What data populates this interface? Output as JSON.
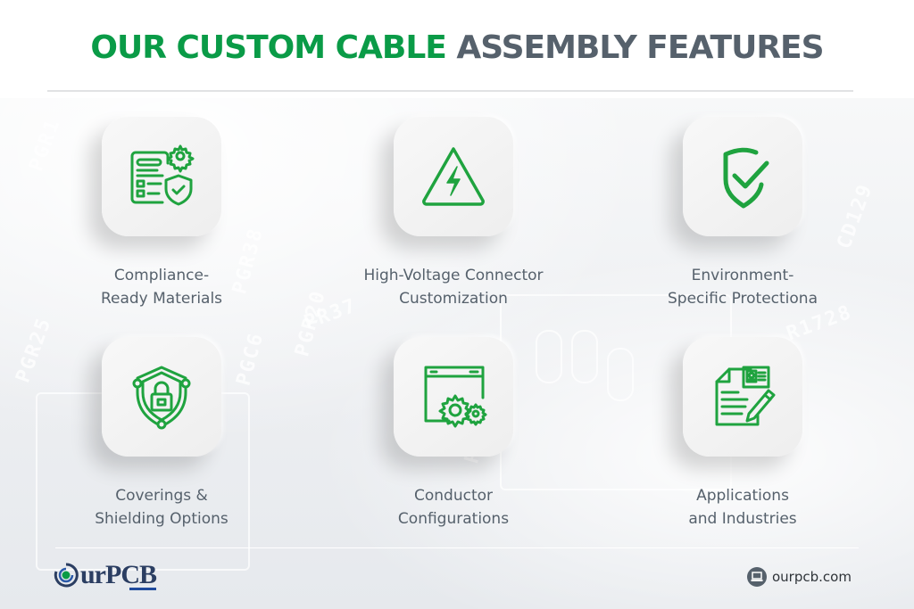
{
  "header": {
    "title_green": "OUR CUSTOM CABLE",
    "title_gray": "ASSEMBLY FEATURES"
  },
  "colors": {
    "accent_green": "#0a9b47",
    "icon_green": "#1fa33f",
    "text_gray": "#56616c",
    "logo_navy": "#2b3e62"
  },
  "features": [
    {
      "icon": "compliance-document-gear-shield-icon",
      "line1": "Compliance-",
      "line2": "Ready Materials"
    },
    {
      "icon": "high-voltage-warning-icon",
      "line1": "High-Voltage Connector",
      "line2": "Customization"
    },
    {
      "icon": "shield-check-icon",
      "line1": "Environment-",
      "line2": "Specific Protectiona"
    },
    {
      "icon": "shield-lock-icon",
      "line1": "Coverings &",
      "line2": "Shielding Options"
    },
    {
      "icon": "window-gears-icon",
      "line1": "Conductor",
      "line2": "Configurations"
    },
    {
      "icon": "document-pencil-icon",
      "line1": "Applications",
      "line2": "and Industries"
    }
  ],
  "footer": {
    "logo_text": "urPCB",
    "website": "ourpcb.com"
  }
}
